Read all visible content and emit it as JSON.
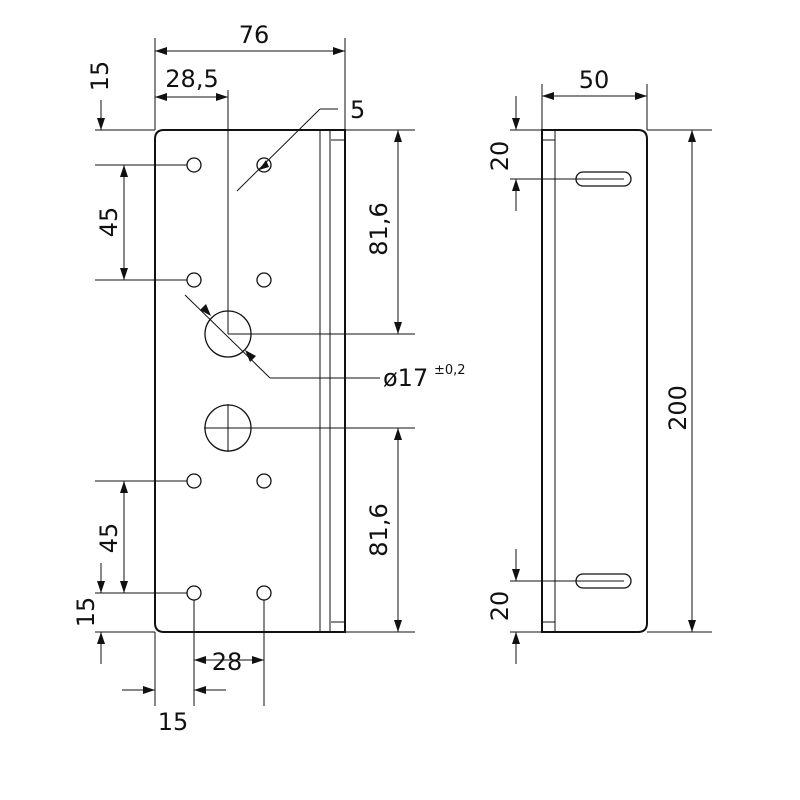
{
  "drawing": {
    "colors": {
      "line": "#111111",
      "background": "#ffffff"
    },
    "front_view": {
      "width_total": "76",
      "hole_offset_x": "28,5",
      "top_margin": "15",
      "small_hole": "5",
      "hole_spacing_top": "45",
      "center_distance_top": "81,6",
      "bore_diameter": "ø17",
      "bore_tolerance": "±0,2",
      "center_distance_bottom": "81,6",
      "hole_spacing_bottom": "45",
      "bottom_margin": "15",
      "hole_pitch_x": "28",
      "left_margin": "15"
    },
    "side_view": {
      "depth": "50",
      "slot_top_offset": "20",
      "height": "200",
      "slot_bottom_offset": "20"
    }
  }
}
